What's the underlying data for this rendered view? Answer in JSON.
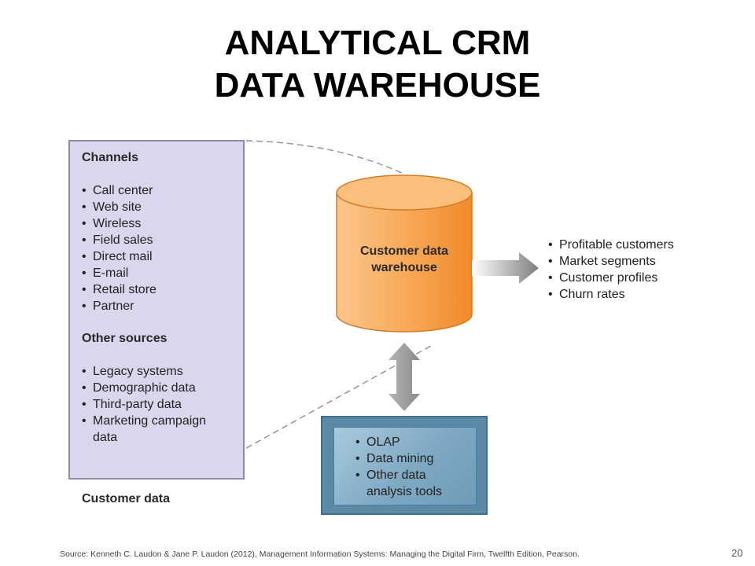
{
  "slide": {
    "title_line1": "ANALYTICAL CRM",
    "title_line2": "DATA WAREHOUSE",
    "source": "Source: Kenneth C. Laudon & Jane P. Laudon (2012), Management Information  Systems: Managing the Digital Firm, Twelfth Edition, Pearson.",
    "page_number": "20"
  },
  "diagram": {
    "customer_data_box": {
      "channels_heading": "Channels",
      "channels": [
        "Call center",
        "Web site",
        "Wireless",
        "Field sales",
        "Direct mail",
        "E-mail",
        "Retail store",
        "Partner"
      ],
      "other_heading": "Other sources",
      "other_sources": [
        "Legacy systems",
        "Demographic data",
        "Third-party data",
        "Marketing campaign data"
      ],
      "caption": "Customer data"
    },
    "warehouse": {
      "label_line1": "Customer data",
      "label_line2": "warehouse"
    },
    "outputs": [
      "Profitable customers",
      "Market segments",
      "Customer profiles",
      "Churn rates"
    ],
    "tools": [
      "OLAP",
      "Data mining",
      "Other data analysis tools"
    ],
    "colors": {
      "customer_box": "#d9d6ed",
      "cylinder": "#f7a24f",
      "tools_box": "#5a8aa6",
      "arrow": "#9a9a9a"
    }
  }
}
